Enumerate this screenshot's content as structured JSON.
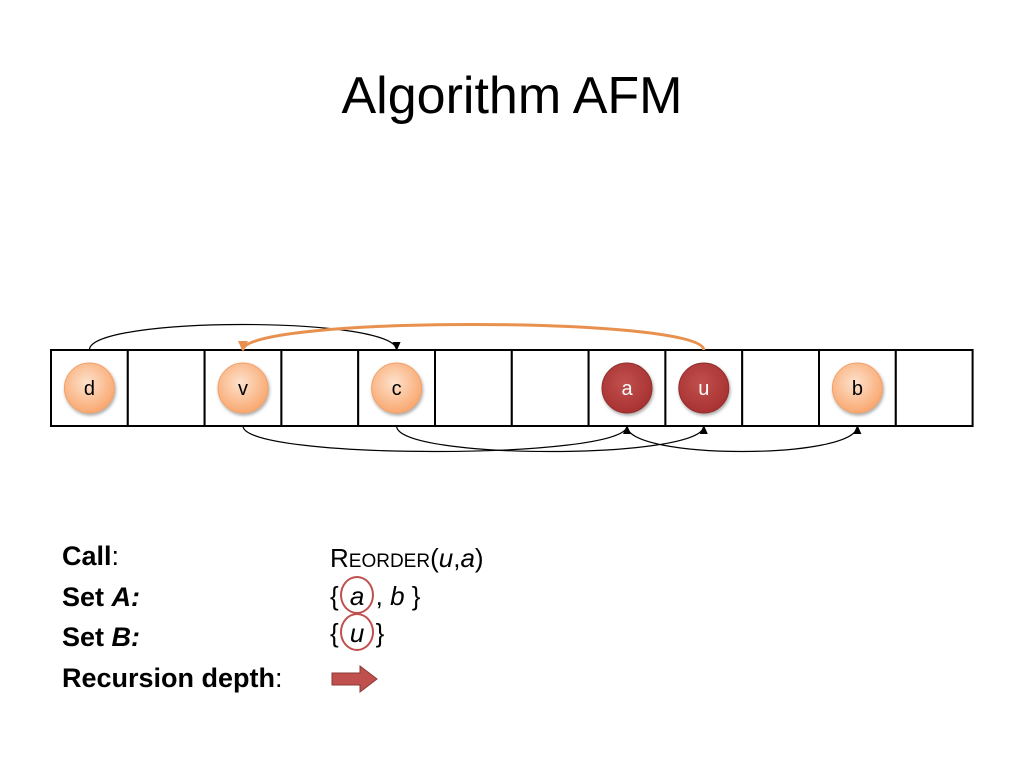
{
  "slide": {
    "title": "Algorithm AFM"
  },
  "array": {
    "cell_count": 12,
    "nodes": [
      {
        "cell": 0,
        "label": "d",
        "style": "light"
      },
      {
        "cell": 2,
        "label": "v",
        "style": "light"
      },
      {
        "cell": 4,
        "label": "c",
        "style": "light"
      },
      {
        "cell": 7,
        "label": "a",
        "style": "dark"
      },
      {
        "cell": 8,
        "label": "u",
        "style": "dark"
      },
      {
        "cell": 10,
        "label": "b",
        "style": "light"
      }
    ],
    "edges": [
      {
        "from": 0,
        "to": 4,
        "side": "top",
        "color": "black"
      },
      {
        "from": 8,
        "to": 2,
        "side": "top",
        "color": "orange"
      },
      {
        "from": 2,
        "to": 7,
        "side": "bottom",
        "color": "black"
      },
      {
        "from": 4,
        "to": 8,
        "side": "bottom",
        "color": "black"
      },
      {
        "from": 7,
        "to": 10,
        "side": "bottom",
        "color": "black"
      }
    ]
  },
  "colors": {
    "light_node_fill": "#f9a870",
    "light_node_center": "#fde2cd",
    "dark_node_fill": "#b83b3b",
    "orange_edge": "#e8914f",
    "circle_marker": "#c0504d",
    "arrow_fill": "#c0504d"
  },
  "info": {
    "call_label": "Call",
    "call_colon": ":",
    "call_value_R": "R",
    "call_value_rest": "EORDER",
    "call_args_open": "(",
    "call_arg1": "u",
    "call_comma": ",",
    "call_arg2": "a",
    "call_args_close": ")",
    "setA_label": "Set ",
    "setA_name": "A:",
    "setA_open": "{ ",
    "setA_item1": "a",
    "setA_sep": " , ",
    "setA_item2": "b",
    "setA_close": " }",
    "setB_label": "Set ",
    "setB_name": "B:",
    "setB_open": "{ ",
    "setB_item1": "u",
    "setB_close": " }",
    "depth_label": "Recursion depth",
    "depth_colon": ":",
    "depth_icon": "right-arrow-icon"
  }
}
